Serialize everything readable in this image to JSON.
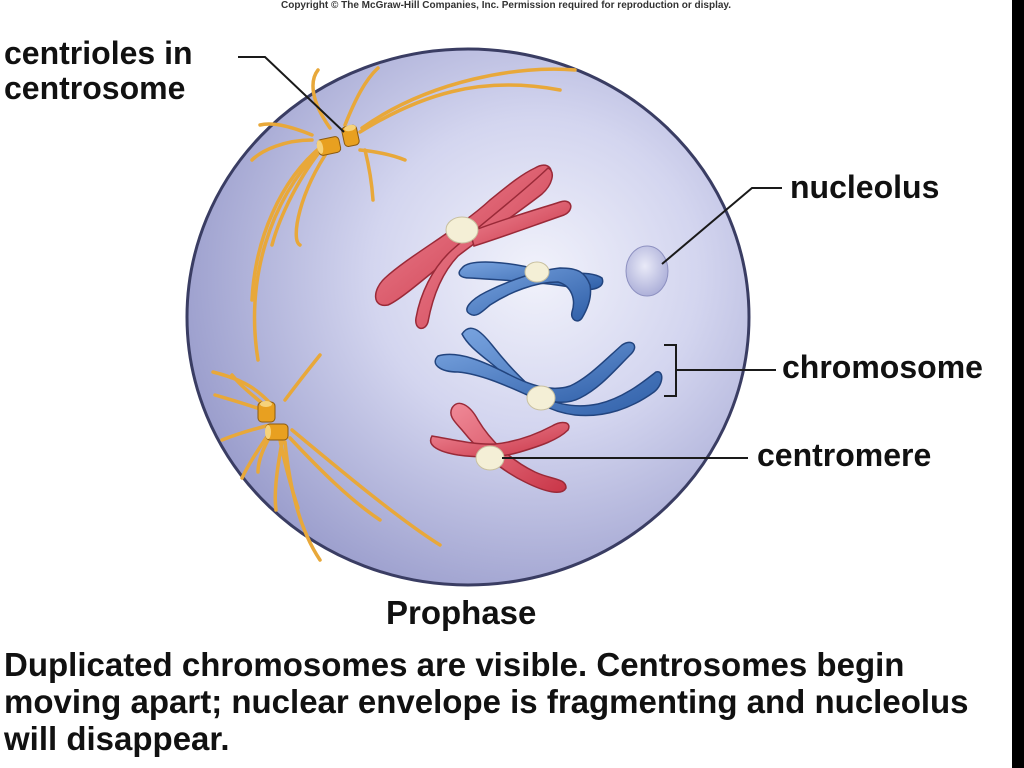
{
  "copyright": "Copyright © The McGraw-Hill Companies, Inc. Permission required for reproduction or display.",
  "labels": {
    "centrioles_line1": "centrioles in",
    "centrioles_line2": "centrosome",
    "nucleolus": "nucleolus",
    "chromosome": "chromosome",
    "centromere": "centromere"
  },
  "title": "Prophase",
  "caption": "Duplicated chromosomes are visible. Centrosomes begin moving apart; nuclear envelope is fragmenting and nucleolus will disappear.",
  "colors": {
    "cell_fill": "#c3c6e6",
    "cell_edge": "#3a3d63",
    "red_chromosome": "#d6485a",
    "blue_chromosome": "#3f71b8",
    "spindle_fibers": "#e8a83a",
    "centriole": "#e8a020",
    "nucleolus": "#c9cceb"
  }
}
